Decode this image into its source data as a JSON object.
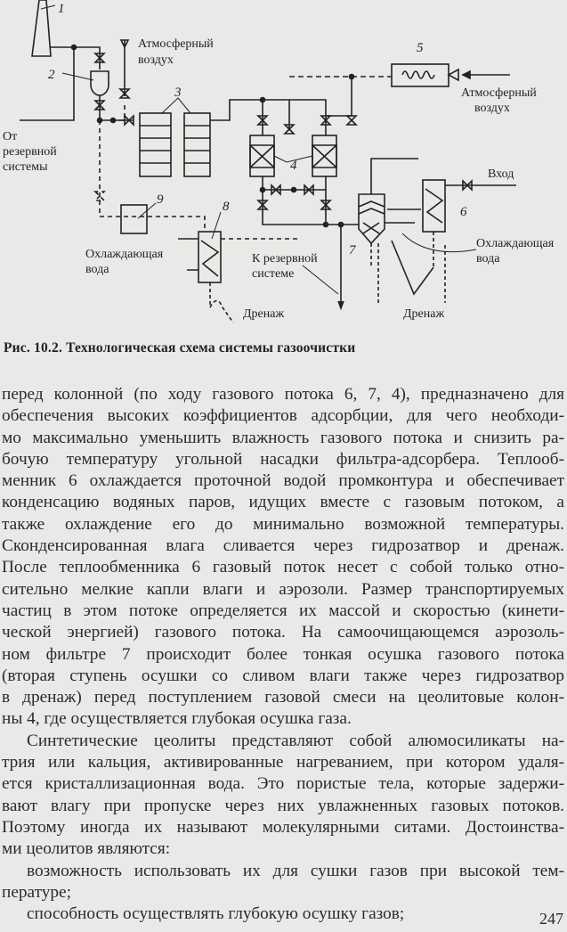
{
  "figure": {
    "labels": {
      "n1": "1",
      "n2": "2",
      "n3": "3",
      "n4": "4",
      "n5": "5",
      "n6": "6",
      "n7": "7",
      "n8": "8",
      "n9": "9",
      "atm_air_left_1": "Атмосферный",
      "atm_air_left_2": "воздух",
      "atm_air_right_1": "Атмосферный",
      "atm_air_right_2": "воздух",
      "from_reserve_1": "От",
      "from_reserve_2": "резервной",
      "from_reserve_3": "системы",
      "inlet": "Вход",
      "cooling_left_1": "Охлаждающая",
      "cooling_left_2": "вода",
      "cooling_right_1": "Охлаждающая",
      "cooling_right_2": "вода",
      "to_reserve_1": "К резервной",
      "to_reserve_2": "системе",
      "drain_left": "Дренаж",
      "drain_right": "Дренаж"
    },
    "caption": "Рис. 10.2. Технологическая схема системы газоочистки"
  },
  "body": {
    "lines": [
      "перед колонной (по ходу газового потока 6, 7, 4), предназначено для",
      "обеспечения высоких коэффициентов адсорбции, для чего необходи-",
      "мо максимально уменьшить влажность газового потока и снизить ра-",
      "бочую температуру угольной насадки фильтра-адсорбера. Теплооб-",
      "менник 6 охлаждается проточной водой промконтура и обеспечивает",
      "конденсацию водяных паров, идущих вместе с газовым потоком, а",
      "также охлаждение его до минимально возможной температуры.",
      "Сконденсированная влага сливается через гидрозатвор и дренаж.",
      "После теплообменника 6 газовый поток несет с собой только отно-",
      "сительно мелкие капли влаги и аэрозоли. Размер транспортируемых",
      "частиц в этом потоке определяется их массой и скоростью (кинети-",
      "ческой энергией) газового потока. На самоочищающемся аэрозоль-",
      "ном фильтре 7 происходит более тонкая осушка газового потока",
      "(вторая ступень осушки со сливом влаги также через гидрозатвор",
      "в дренаж) перед поступлением газовой смеси на цеолитовые колон-",
      "ны 4, где осуществляется глубокая осушка газа.",
      "Синтетические цеолиты представляют собой алюмосиликаты на-",
      "трия или кальция, активированные нагреванием, при котором удаля-",
      "ется кристаллизационная вода. Это пористые тела, которые задержи-",
      "вают влагу при пропуске через них увлажненных газовых потоков.",
      "Поэтому иногда их называют молекулярными ситами. Достоинства-",
      "ми цеолитов являются:",
      "возможность использовать их для сушки газов при высокой тем-",
      "пературе;",
      "способность осуществлять глубокую осушку газов;"
    ]
  },
  "page_number": "247"
}
